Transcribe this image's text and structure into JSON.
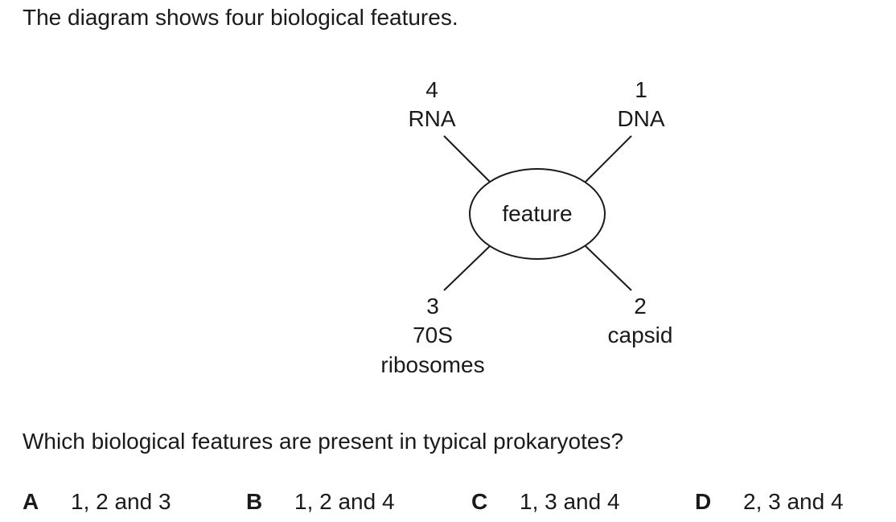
{
  "intro_text": "The diagram shows four biological features.",
  "diagram": {
    "center_label": "feature",
    "features": [
      {
        "number": "4",
        "name_lines": [
          "RNA"
        ]
      },
      {
        "number": "1",
        "name_lines": [
          "DNA"
        ]
      },
      {
        "number": "3",
        "name_lines": [
          "70S",
          "ribosomes"
        ]
      },
      {
        "number": "2",
        "name_lines": [
          "capsid"
        ]
      }
    ]
  },
  "question_text": "Which biological features are present in typical prokaryotes?",
  "options": [
    {
      "letter": "A",
      "text": "1, 2 and 3"
    },
    {
      "letter": "B",
      "text": "1, 2 and 4"
    },
    {
      "letter": "C",
      "text": "1, 3 and 4"
    },
    {
      "letter": "D",
      "text": "2, 3 and 4"
    }
  ]
}
